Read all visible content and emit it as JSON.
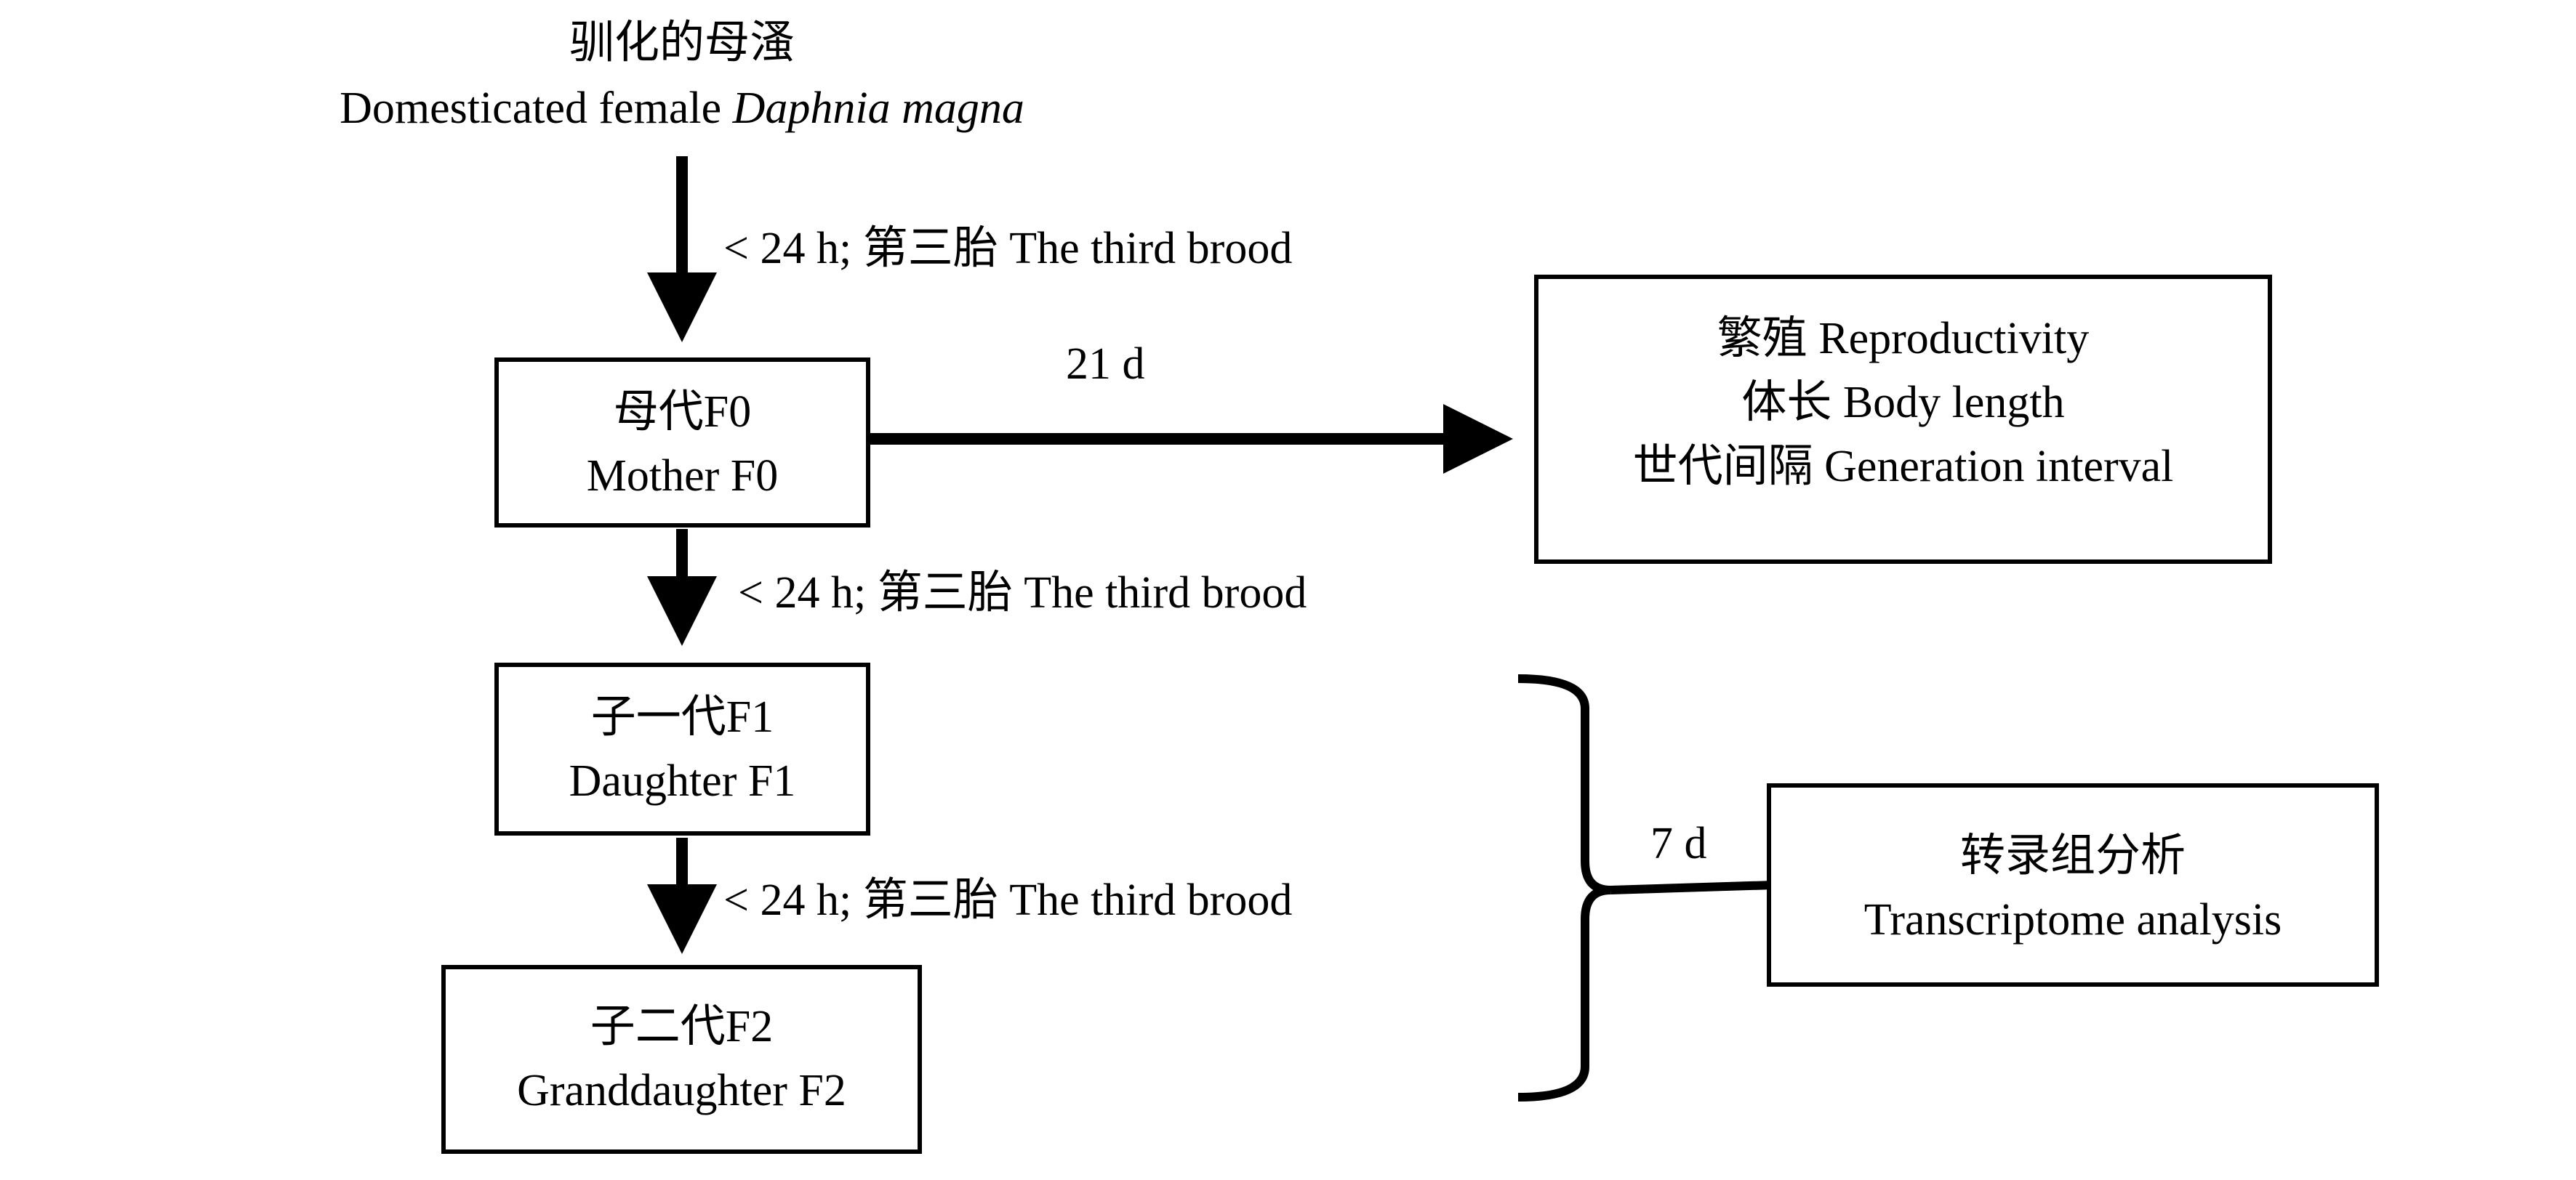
{
  "source": {
    "title_cn": "驯化的母溞",
    "title_en_prefix": "Domesticated female ",
    "title_en_species": "Daphnia magna"
  },
  "edges": {
    "source_to_f0": "< 24 h; 第三胎 The third brood",
    "f0_to_f1": "< 24 h; 第三胎 The third brood",
    "f1_to_f2": "< 24 h; 第三胎 The third brood",
    "f0_to_measures": "21 d",
    "bracket_to_transcriptome": "7 d"
  },
  "nodes": {
    "f0": {
      "cn": "母代F0",
      "en": "Mother F0"
    },
    "f1": {
      "cn": "子一代F1",
      "en": "Daughter F1"
    },
    "f2": {
      "cn": "子二代F2",
      "en": "Granddaughter F2"
    },
    "measures": {
      "line1": "繁殖 Reproductivity",
      "line2": "体长 Body length",
      "line3": "世代间隔 Generation interval"
    },
    "transcriptome": {
      "cn": "转录组分析",
      "en": "Transcriptome analysis"
    }
  }
}
